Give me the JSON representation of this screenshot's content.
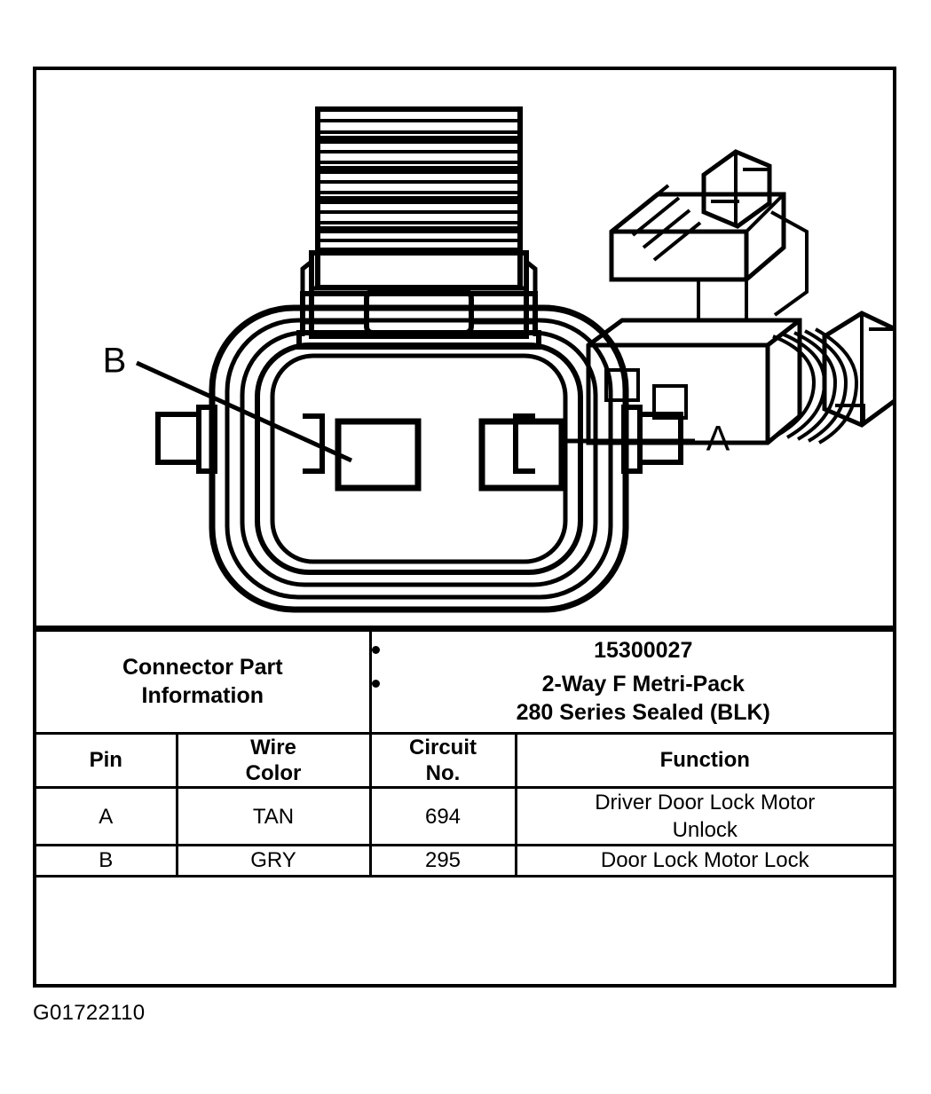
{
  "figure": {
    "id_label": "G01722110",
    "callouts": [
      {
        "name": "callout-b",
        "label": "B"
      },
      {
        "name": "callout-a",
        "label": "A"
      }
    ]
  },
  "part_info": {
    "row_label_line1": "Connector Part",
    "row_label_line2": "Information",
    "bullets": [
      {
        "line1": "15300027",
        "line2": ""
      },
      {
        "line1": "2-Way F Metri-Pack",
        "line2": "280 Series Sealed (BLK)"
      }
    ]
  },
  "pin_table": {
    "headers": {
      "pin": "Pin",
      "wire_color_line1": "Wire",
      "wire_color_line2": "Color",
      "circuit_no_line1": "Circuit",
      "circuit_no_line2": "No.",
      "function": "Function"
    },
    "rows": [
      {
        "pin": "A",
        "wire_color": "TAN",
        "circuit_no": "694",
        "function_line1": "Driver Door Lock Motor",
        "function_line2": "Unlock"
      },
      {
        "pin": "B",
        "wire_color": "GRY",
        "circuit_no": "295",
        "function_line1": "Door Lock Motor Lock",
        "function_line2": ""
      }
    ]
  },
  "colors": {
    "ink": "#000000",
    "paper": "#ffffff"
  }
}
